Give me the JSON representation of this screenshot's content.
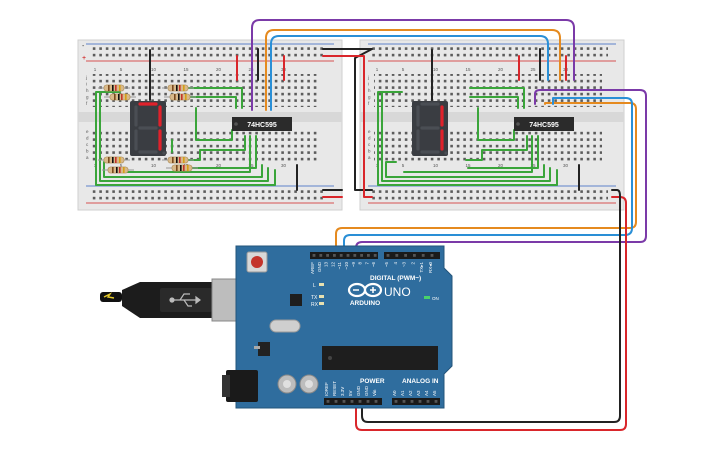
{
  "chips": [
    {
      "label": "74HC595"
    },
    {
      "label": "74HC595"
    }
  ],
  "displays": [
    {
      "digit": "7",
      "segment_color": "#e0212b"
    },
    {
      "digit": "1",
      "segment_color": "#e0212b"
    }
  ],
  "breadboard": {
    "column_numbers": [
      "1",
      "5",
      "10",
      "15",
      "20",
      "25",
      "30"
    ],
    "row_letters_top": [
      "j",
      "i",
      "h",
      "g",
      "f"
    ],
    "row_letters_bottom": [
      "e",
      "d",
      "c",
      "b",
      "a"
    ],
    "rail_minus": "-",
    "rail_plus": "+"
  },
  "arduino": {
    "brand": "ARDUINO",
    "model": "UNO",
    "digital_label": "DIGITAL (PWM~)",
    "power_label": "POWER",
    "analog_label": "ANALOG IN",
    "on_label": "ON",
    "led_l": "L",
    "led_tx": "TX",
    "led_rx": "RX",
    "digital_pins": [
      "AREF",
      "GND",
      "13",
      "12",
      "~11",
      "~10",
      "~9",
      "8",
      "7",
      "~6",
      "~5",
      "4",
      "~3",
      "2",
      "TX▸1",
      "RX◂0"
    ],
    "power_pins": [
      "IOREF",
      "RESET",
      "3.3V",
      "5V",
      "GND",
      "GND",
      "Vin"
    ],
    "analog_pins": [
      "A0",
      "A1",
      "A2",
      "A3",
      "A4",
      "A5"
    ]
  },
  "wire_colors": {
    "green": "#3aa53a",
    "black": "#222222",
    "red": "#d9262b",
    "purple": "#7b3aa8",
    "orange": "#e58a1f",
    "blue": "#2a8fd6"
  }
}
